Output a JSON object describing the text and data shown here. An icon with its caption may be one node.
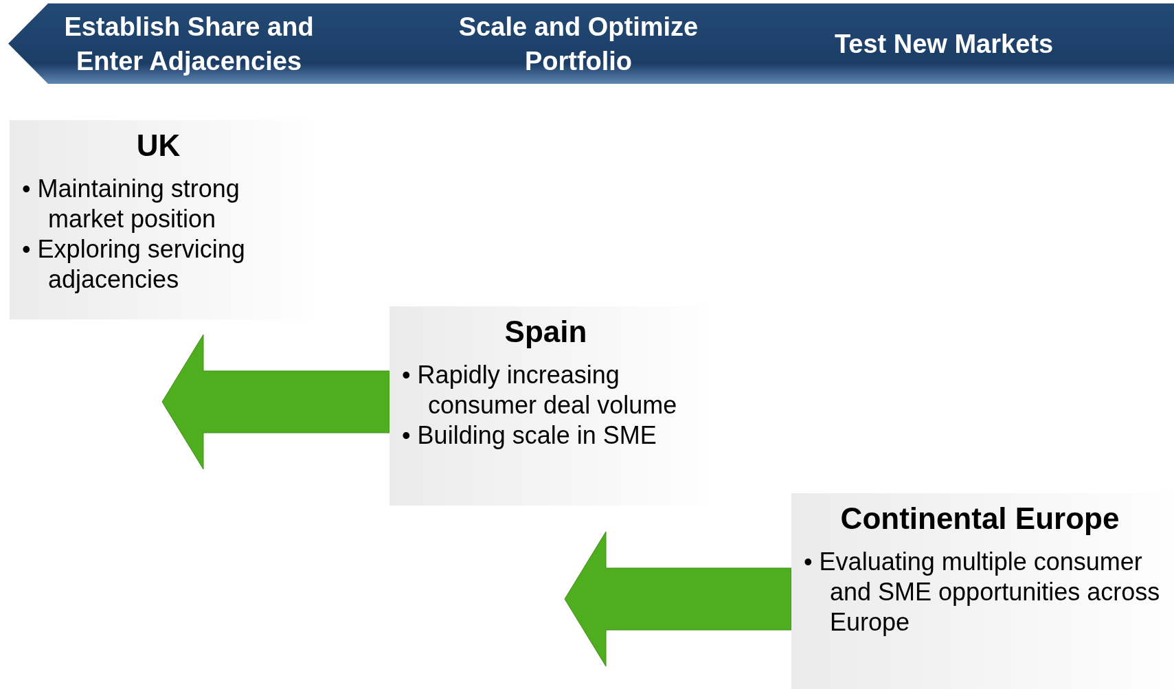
{
  "diagram": {
    "nodes": [
      {
        "text": [
          "Establish Share and Enter Adjacencies",
          "Scale and Optimize Portfolio",
          "Test New Markets"
        ]
      },
      {
        "text": [
          "UK",
          "• Maintaining strong market position",
          "• Exploring servicing adjacencies"
        ]
      },
      {
        "text": [
          "Spain",
          "• Rapidly increasing consumer deal volume",
          "• Building scale in SME"
        ]
      },
      {
        "text": [
          "Continental Europe",
          "• Evaluating multiple consumer and SME opportunities across Europe"
        ]
      }
    ],
    "edges": [
      {
        "from": 2,
        "to": null,
        "arrow": "to",
        "style": "thick",
        "color": "#4fae1e"
      },
      {
        "from": 3,
        "to": null,
        "arrow": "to",
        "style": "thick",
        "color": "#4fae1e"
      }
    ]
  }
}
